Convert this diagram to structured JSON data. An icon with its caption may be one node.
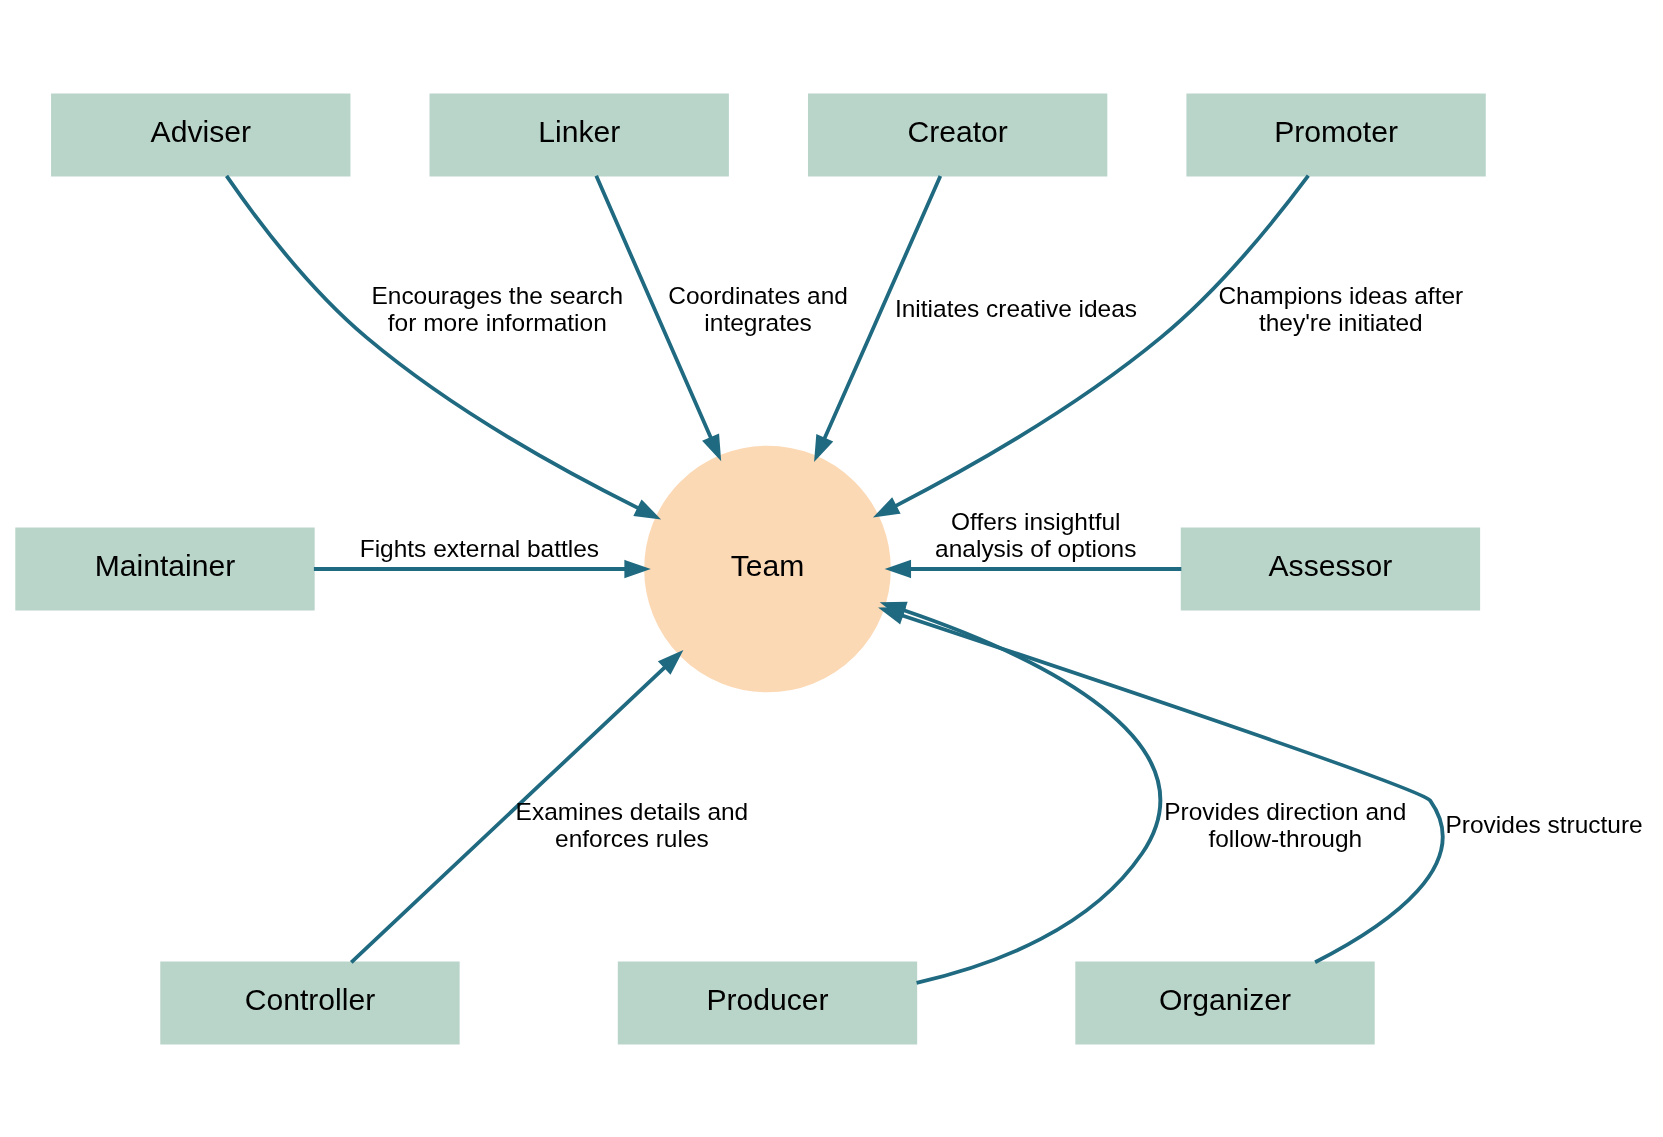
{
  "diagram": {
    "nodes": [
      {
        "text": [
          "Linker"
        ]
      },
      {
        "text": [
          "Creator"
        ]
      },
      {
        "text": [
          "Adviser"
        ]
      },
      {
        "text": [
          "Promoter"
        ]
      },
      {
        "text": [
          "Maintainer"
        ]
      },
      {
        "text": [
          "Team"
        ]
      },
      {
        "text": [
          "Assessor"
        ]
      },
      {
        "text": [
          "Controller"
        ]
      },
      {
        "text": [
          "Organizer"
        ]
      },
      {
        "text": [
          "Producer"
        ]
      }
    ],
    "edges": [
      {
        "from": 0,
        "to": 5,
        "arrow": "to",
        "label": "Coordinates and integrates"
      },
      {
        "from": 1,
        "to": 5,
        "arrow": "to",
        "label": "Initiates creative ideas"
      },
      {
        "from": 3,
        "to": 5,
        "arrow": "to",
        "label": "Champions ideas after they're initiated"
      },
      {
        "from": 6,
        "to": 5,
        "arrow": "to",
        "label": "Offers insightful analysis of options"
      },
      {
        "from": 8,
        "to": 5,
        "arrow": "to",
        "label": "Provides structure"
      },
      {
        "from": 9,
        "to": 5,
        "arrow": "to",
        "label": "Provides direction and follow-through"
      },
      {
        "from": 7,
        "to": 5,
        "arrow": "to",
        "label": "Examines details and enforces rules"
      },
      {
        "from": 4,
        "to": 5,
        "arrow": "to",
        "label": "Fights external battles"
      },
      {
        "from": 2,
        "to": 5,
        "arrow": "to",
        "label": "Encourages the search for more information"
      }
    ]
  }
}
